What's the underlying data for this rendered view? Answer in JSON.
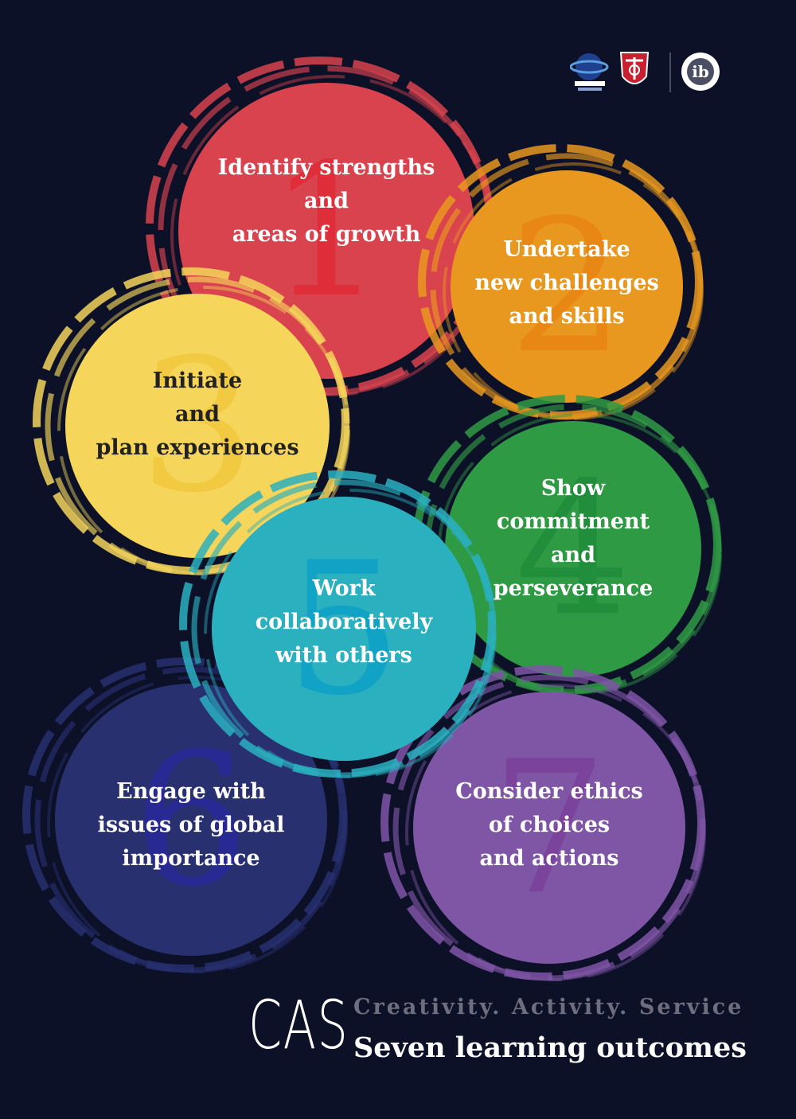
{
  "colors": {
    "background": "#0c1128",
    "red": "#d9434e",
    "orange": "#e8981f",
    "yellow": "#f5d55a",
    "green": "#2f9a44",
    "teal": "#2ab0bf",
    "navy": "#283070",
    "purple": "#7f55a6"
  },
  "outcomes": [
    {
      "number": "1",
      "lines": [
        "Identify strengths",
        "and",
        "areas of growth"
      ],
      "color": "red"
    },
    {
      "number": "2",
      "lines": [
        "Undertake",
        "new challenges",
        "and skills"
      ],
      "color": "orange"
    },
    {
      "number": "3",
      "lines": [
        "Initiate",
        "and",
        "plan experiences"
      ],
      "color": "yellow"
    },
    {
      "number": "4",
      "lines": [
        "Show",
        "commitment",
        "and",
        "perseverance"
      ],
      "color": "green"
    },
    {
      "number": "5",
      "lines": [
        "Work",
        "collaboratively",
        "with others"
      ],
      "color": "teal"
    },
    {
      "number": "6",
      "lines": [
        "Engage with",
        "issues of global",
        "importance"
      ],
      "color": "navy"
    },
    {
      "number": "7",
      "lines": [
        "Consider ethics",
        "of choices",
        "and actions"
      ],
      "color": "purple"
    }
  ],
  "footer": {
    "cas": "CAS",
    "tagline": "Creativity. Activity. Service",
    "subtitle": "Seven learning outcomes"
  },
  "logos": [
    "school-globe-logo",
    "school-crest-logo",
    "ib-logo"
  ]
}
